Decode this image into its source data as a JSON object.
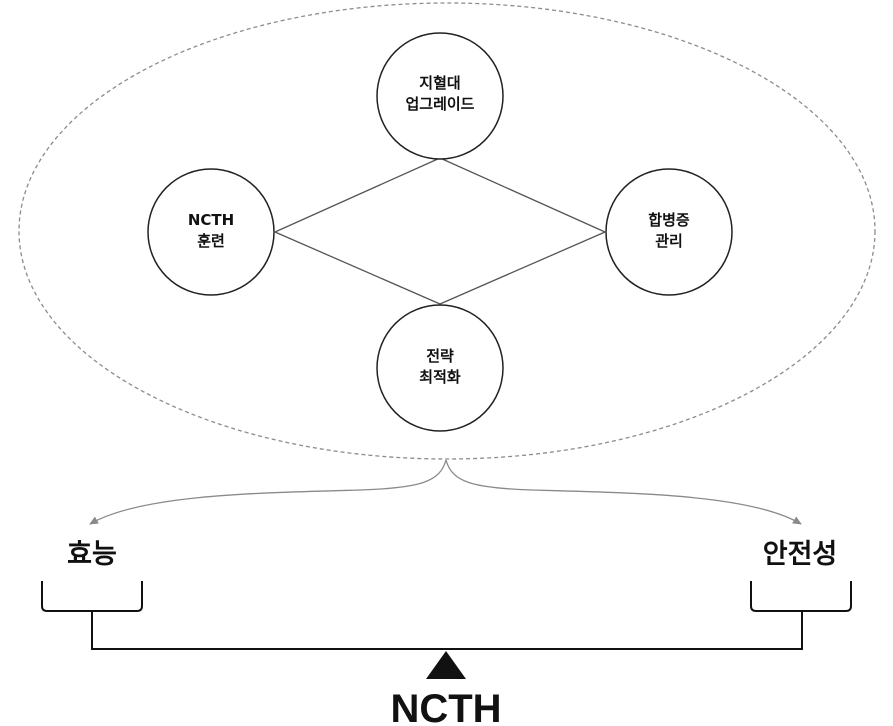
{
  "nodes": {
    "top": {
      "line1": "지혈대",
      "line2": "업그레이드"
    },
    "left": {
      "line1": "NCTH",
      "line2": "훈련"
    },
    "right": {
      "line1": "합병증",
      "line2": "관리"
    },
    "bottom": {
      "line1": "전략",
      "line2": "최적화"
    }
  },
  "balance": {
    "left_label": "효능",
    "right_label": "안전성",
    "fulcrum_label": "NCTH"
  },
  "colors": {
    "ellipse_stroke": "#8c8c8c",
    "circle_stroke": "#222222",
    "connector": "#555555",
    "arrow": "#8a8a8a",
    "beam": "#111111"
  }
}
